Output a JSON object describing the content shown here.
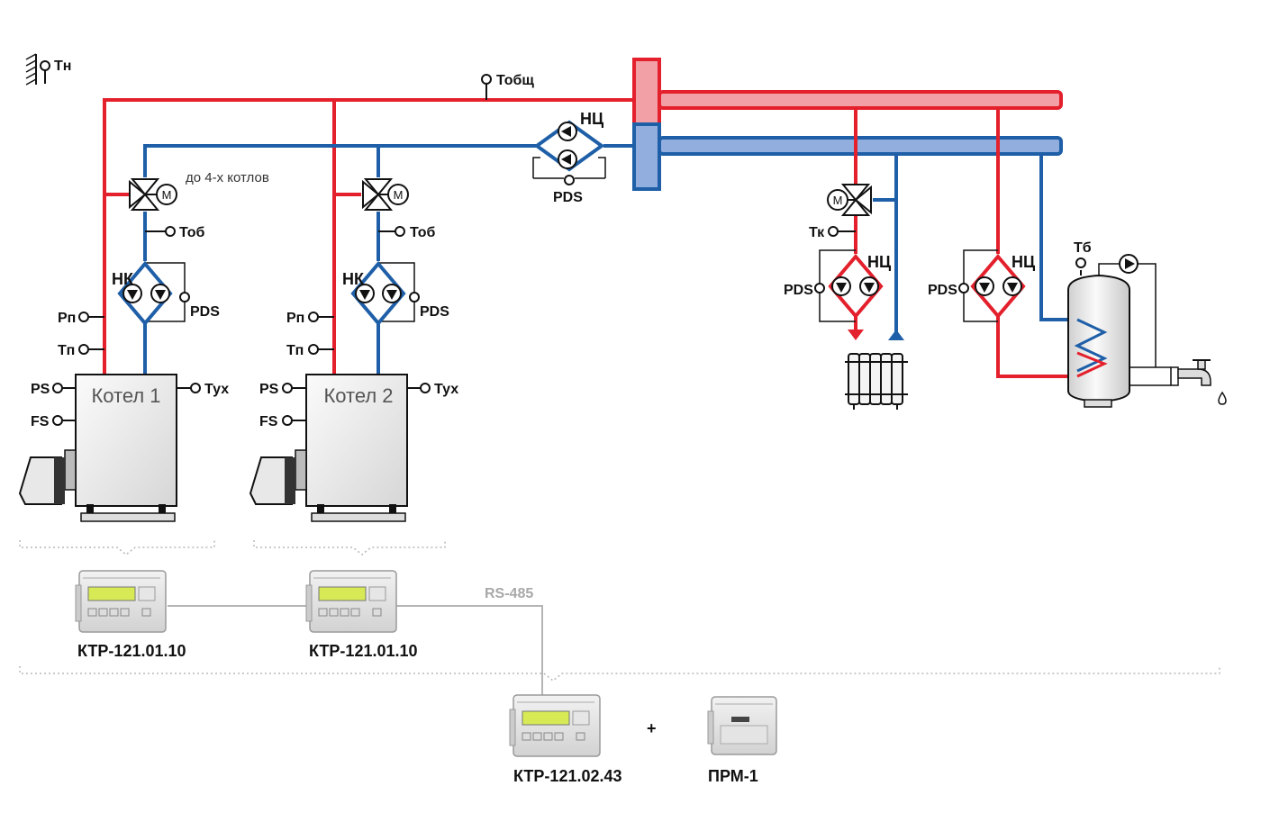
{
  "sensors": {
    "t_outdoor": "Тн",
    "t_common": "Тобщ",
    "t_return_1": "Тоб",
    "t_return_2": "Тоб",
    "t_heating": "Тк",
    "t_boiler_tank": "Тб",
    "p_supply_1": "Рп",
    "t_supply_1": "Тп",
    "p_supply_2": "Рп",
    "t_supply_2": "Тп",
    "t_flue_1": "Тух",
    "t_flue_2": "Тух"
  },
  "pumps": {
    "boiler_pump_1": "НК",
    "boiler_pump_2": "НК",
    "main_pump": "НЦ",
    "heating_pump": "НЦ",
    "dhw_pump": "НЦ"
  },
  "switches": {
    "pds_main": "PDS",
    "pds_boiler_1": "PDS",
    "pds_boiler_2": "PDS",
    "pds_heating": "PDS",
    "pds_dhw": "PDS",
    "ps_1": "PS",
    "fs_1": "FS",
    "ps_2": "PS",
    "fs_2": "FS"
  },
  "valve_symbol": "M",
  "note_boilers": "до 4-х котлов",
  "boilers": [
    {
      "title": "Котел 1"
    },
    {
      "title": "Котел 2"
    }
  ],
  "bus_label": "RS-485",
  "controllers": [
    {
      "model": "КТР-121.01.10"
    },
    {
      "model": "КТР-121.01.10"
    },
    {
      "model": "КТР-121.02.43"
    },
    {
      "model": "ПРМ-1"
    }
  ],
  "plus_sign": "+",
  "colors": {
    "supply": "#e3202c",
    "return": "#1e5fa8",
    "header_hot": "#f2a0a6",
    "header_cold": "#92aede",
    "bus": "#b5b5b5"
  }
}
